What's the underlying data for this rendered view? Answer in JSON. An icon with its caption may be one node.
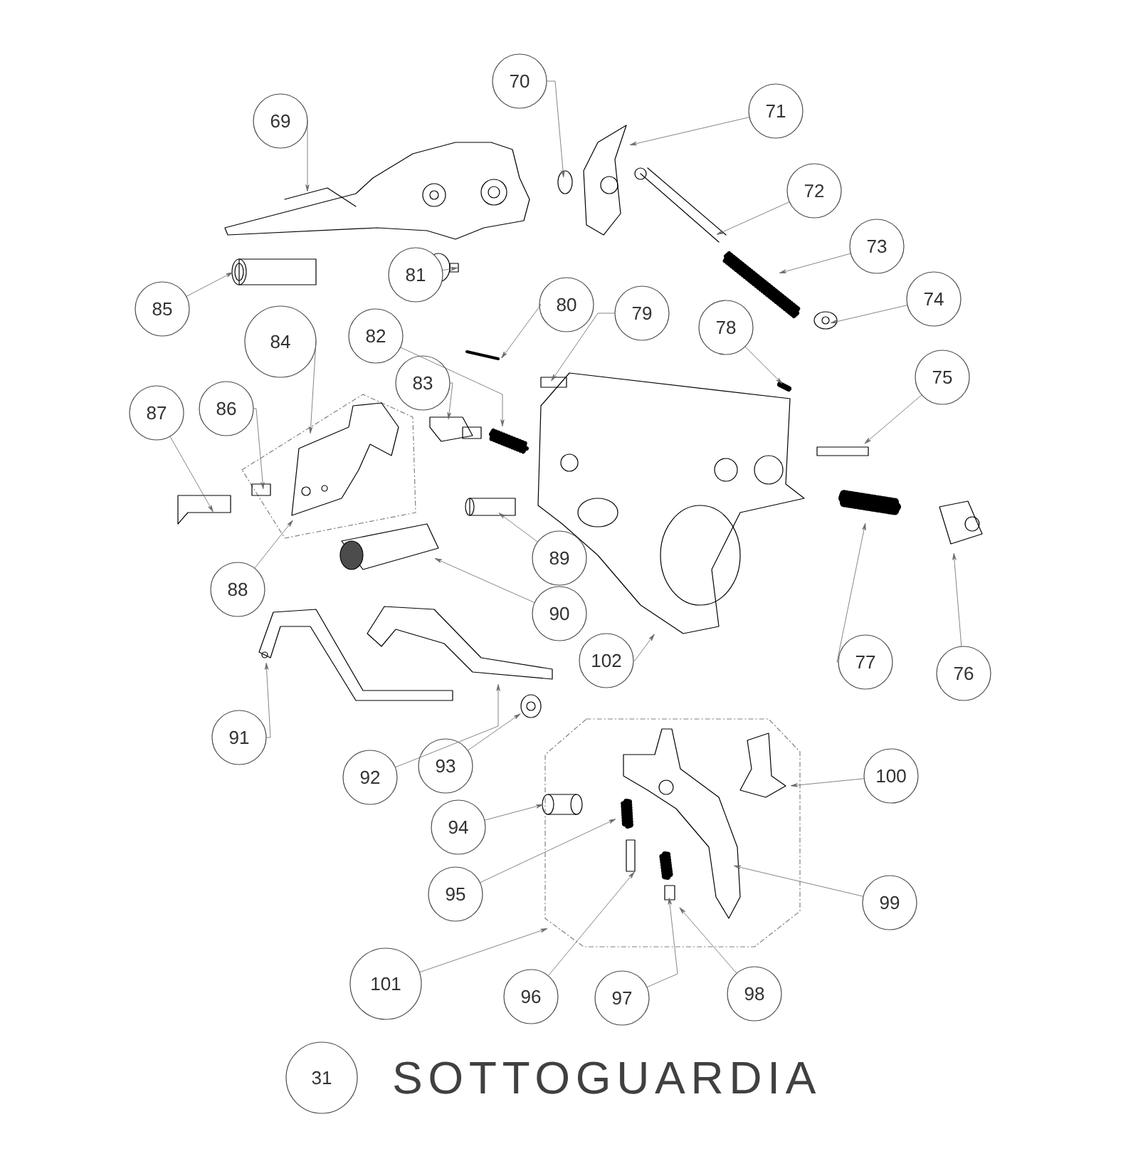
{
  "diagram": {
    "title": "SOTTOGUARDIA",
    "nodes": [
      {
        "text": [
          "69"
        ]
      },
      {
        "text": [
          "70"
        ]
      },
      {
        "text": [
          "71"
        ]
      },
      {
        "text": [
          "72"
        ]
      },
      {
        "text": [
          "73"
        ]
      },
      {
        "text": [
          "74"
        ]
      },
      {
        "text": [
          "75"
        ]
      },
      {
        "text": [
          "76"
        ]
      },
      {
        "text": [
          "77"
        ]
      },
      {
        "text": [
          "78"
        ]
      },
      {
        "text": [
          "79"
        ]
      },
      {
        "text": [
          "80"
        ]
      },
      {
        "text": [
          "81"
        ]
      },
      {
        "text": [
          "82"
        ]
      },
      {
        "text": [
          "83"
        ]
      },
      {
        "text": [
          "84"
        ]
      },
      {
        "text": [
          "85"
        ]
      },
      {
        "text": [
          "86"
        ]
      },
      {
        "text": [
          "87"
        ]
      },
      {
        "text": [
          "88"
        ]
      },
      {
        "text": [
          "89"
        ]
      },
      {
        "text": [
          "90"
        ]
      },
      {
        "text": [
          "91"
        ]
      },
      {
        "text": [
          "92"
        ]
      },
      {
        "text": [
          "93"
        ]
      },
      {
        "text": [
          "94"
        ]
      },
      {
        "text": [
          "95"
        ]
      },
      {
        "text": [
          "96"
        ]
      },
      {
        "text": [
          "97"
        ]
      },
      {
        "text": [
          "98"
        ]
      },
      {
        "text": [
          "99"
        ]
      },
      {
        "text": [
          "100"
        ]
      },
      {
        "text": [
          "101"
        ]
      },
      {
        "text": [
          "102"
        ]
      },
      {
        "text": [
          "31"
        ]
      }
    ],
    "edges": [
      {
        "from": 0,
        "to": null,
        "arrow": "to"
      },
      {
        "from": 1,
        "to": null,
        "arrow": "to"
      },
      {
        "from": 2,
        "to": null,
        "arrow": "to"
      },
      {
        "from": 3,
        "to": null,
        "arrow": "to"
      },
      {
        "from": 4,
        "to": null,
        "arrow": "to"
      },
      {
        "from": 5,
        "to": null,
        "arrow": "to"
      },
      {
        "from": 6,
        "to": null,
        "arrow": "to"
      },
      {
        "from": 7,
        "to": null,
        "arrow": "to"
      },
      {
        "from": 8,
        "to": null,
        "arrow": "to"
      },
      {
        "from": 9,
        "to": null,
        "arrow": "to"
      },
      {
        "from": 10,
        "to": null,
        "arrow": "to"
      },
      {
        "from": 11,
        "to": null,
        "arrow": "to"
      },
      {
        "from": 12,
        "to": null,
        "arrow": "to"
      },
      {
        "from": 13,
        "to": null,
        "arrow": "to"
      },
      {
        "from": 14,
        "to": null,
        "arrow": "to"
      },
      {
        "from": 15,
        "to": null,
        "arrow": "to"
      },
      {
        "from": 16,
        "to": null,
        "arrow": "to"
      },
      {
        "from": 17,
        "to": null,
        "arrow": "to"
      },
      {
        "from": 18,
        "to": null,
        "arrow": "to"
      },
      {
        "from": 19,
        "to": null,
        "arrow": "to"
      },
      {
        "from": 20,
        "to": null,
        "arrow": "to"
      },
      {
        "from": 21,
        "to": null,
        "arrow": "to"
      },
      {
        "from": 22,
        "to": null,
        "arrow": "to"
      },
      {
        "from": 23,
        "to": null,
        "arrow": "to"
      },
      {
        "from": 24,
        "to": null,
        "arrow": "to"
      },
      {
        "from": 25,
        "to": null,
        "arrow": "to"
      },
      {
        "from": 26,
        "to": null,
        "arrow": "to"
      },
      {
        "from": 27,
        "to": null,
        "arrow": "to"
      },
      {
        "from": 28,
        "to": null,
        "arrow": "to"
      },
      {
        "from": 29,
        "to": null,
        "arrow": "to"
      },
      {
        "from": 30,
        "to": null,
        "arrow": "to"
      },
      {
        "from": 31,
        "to": null,
        "arrow": "to"
      },
      {
        "from": 32,
        "to": null,
        "arrow": "to"
      },
      {
        "from": 33,
        "to": null,
        "arrow": "to"
      }
    ]
  }
}
